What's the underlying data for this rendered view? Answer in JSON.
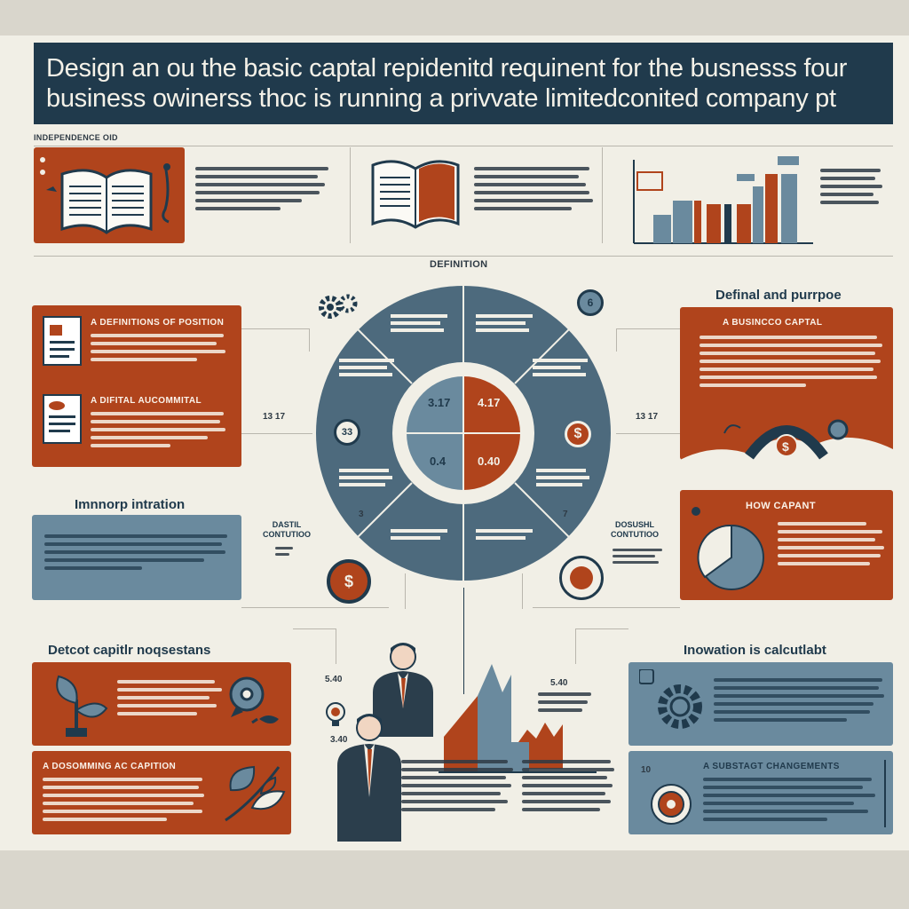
{
  "title": {
    "line1": "Design an ou the basic captal  repidenitd requinent  for the busnesss four",
    "line2": "business owinerss thoc is running a privvate limitedconited company pt"
  },
  "top_label": "INDEPENDENCE OID",
  "sections": {
    "center": "DEFINITION",
    "right_top": "Definal and purrpoe",
    "left_mid": "Imnnorp intration",
    "left_bottom": "Detcot capitlr noqsestans",
    "right_bottom": "Inowation is calcutlabt"
  },
  "panels": {
    "left1_title": "A DEFINITIONS OF POSITION",
    "left2_title": "A DIFITAL AUCOMMITAL",
    "right1_title": "A BUSINCCO CAPTAL",
    "right2_title": "HOW CAPANT",
    "left_b1_title": "",
    "left_b2_title": "A DOSOMMING AC CAPITION",
    "right_b2_title": "A SUBSTAGT CHANGEMENTS"
  },
  "pie": {
    "q1": "3.17",
    "q2": "4.17",
    "q3": "0.4",
    "q4": "0.40"
  },
  "side_nums": {
    "left": "13 17",
    "right": "13 17",
    "ring_left": "3",
    "ring_right": "7",
    "coin_left": "$",
    "coin_right": "$",
    "people_a": "5.40",
    "people_b": "3.40",
    "people_c": "5.40",
    "right_b2_num": "10"
  },
  "labels": {
    "capital_left": "DASTIL\nCONTUTIOO",
    "capital_right": "DOSUSHL\nCONTUTIOO"
  },
  "colors": {
    "rust": "#b0441c",
    "slate": "#6a8a9e",
    "navy": "#203a4c",
    "paper": "#f1efe6"
  }
}
